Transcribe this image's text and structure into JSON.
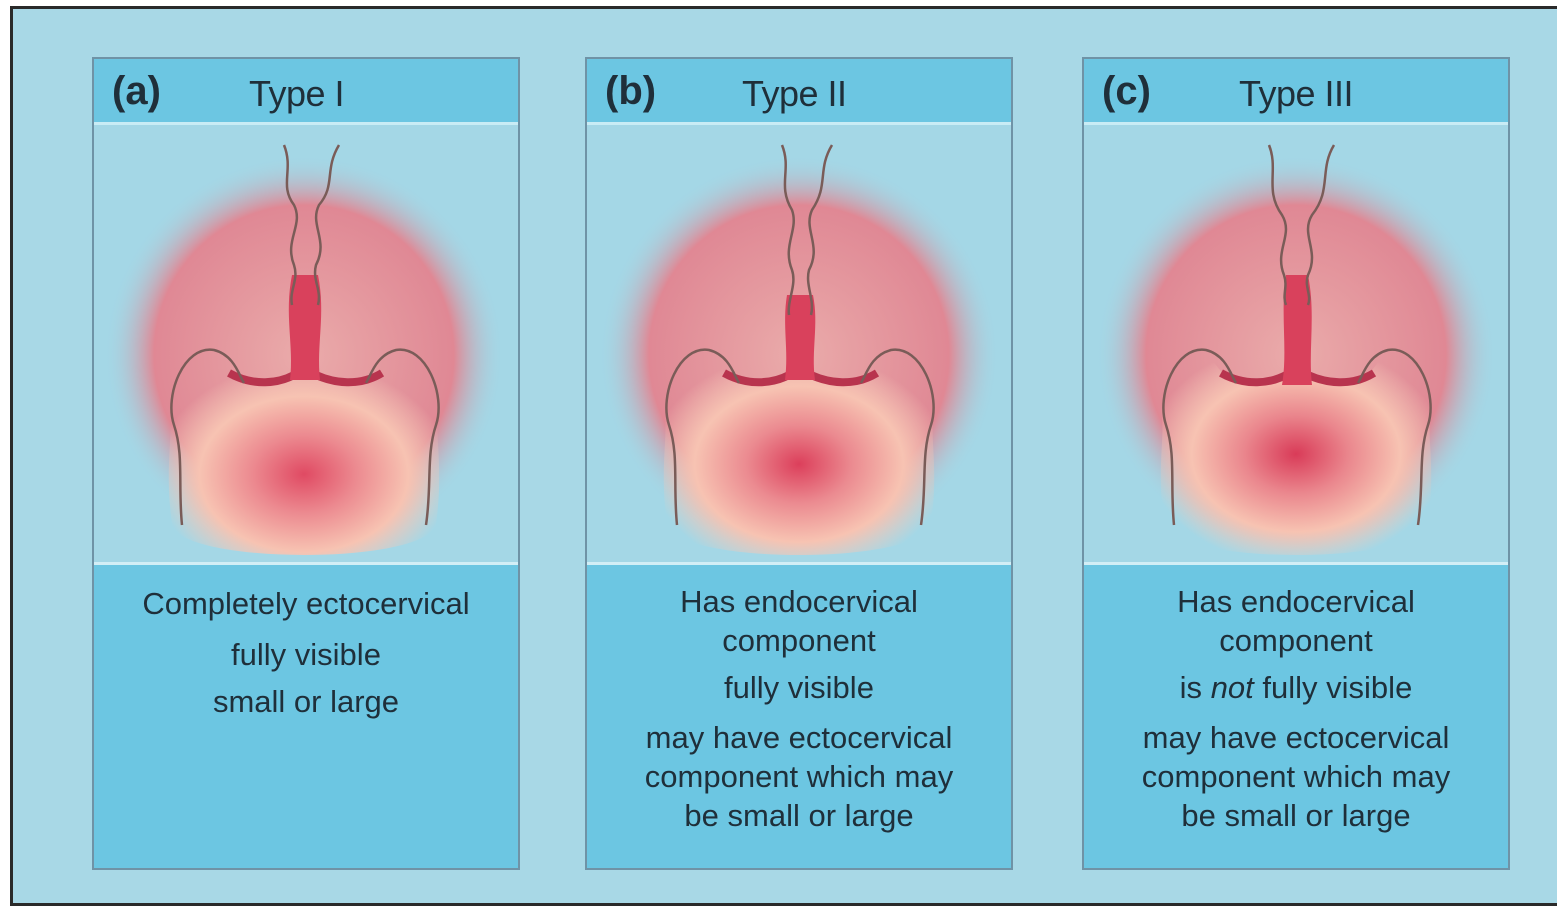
{
  "panels": [
    {
      "letter": "(a)",
      "type": "Type I",
      "lines": [
        "Completely ectocervical",
        "fully visible",
        "small or large"
      ]
    },
    {
      "letter": "(b)",
      "type": "Type II",
      "lines": [
        "Has endocervical",
        "component",
        "fully visible",
        "may have ectocervical",
        "component which may",
        "be small or large"
      ]
    },
    {
      "letter": "(c)",
      "type": "Type III",
      "lines": [
        "Has endocervical",
        "component",
        "is",
        "not",
        "fully visible",
        "may have ectocervical",
        "component which may",
        "be small or large"
      ]
    }
  ],
  "colors": {
    "background": "#a8d8e6",
    "header": "#6cc6e2",
    "cervix_red": "#d9415c",
    "cervix_pink": "#f6c9b8"
  }
}
